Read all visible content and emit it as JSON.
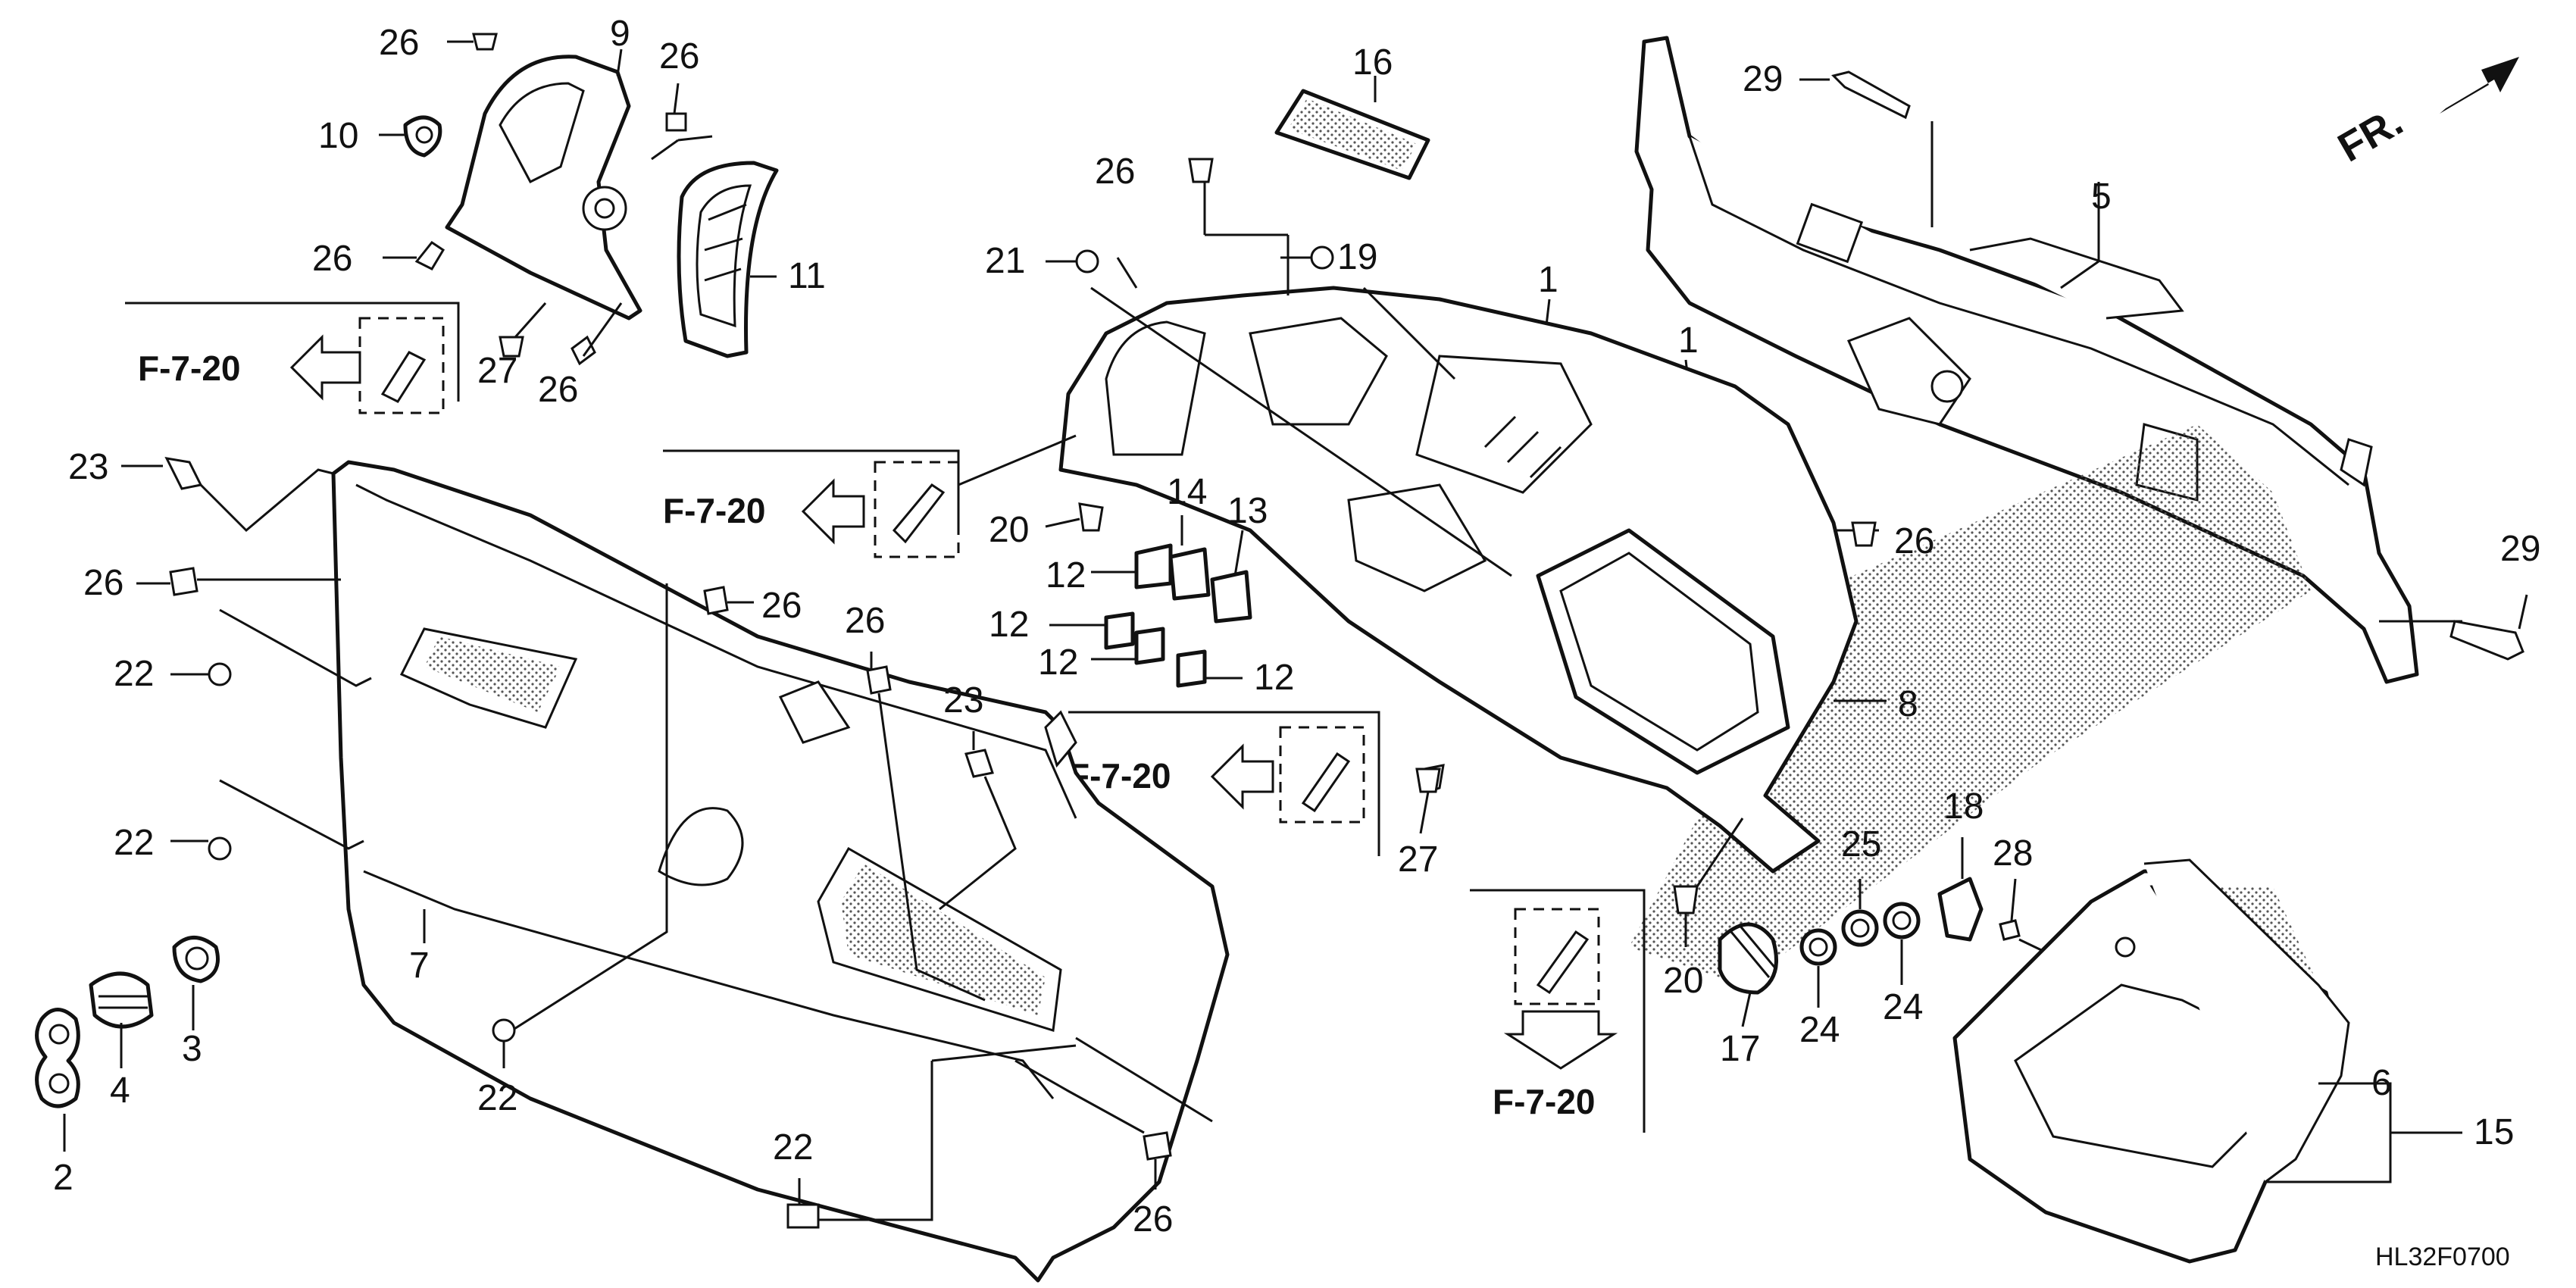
{
  "diagram": {
    "direction_label": "FR.",
    "diagram_code": "HL32F0700",
    "part_numbers": [
      "1",
      "2",
      "3",
      "4",
      "5",
      "6",
      "7",
      "8",
      "9",
      "10",
      "11",
      "12",
      "13",
      "14",
      "15",
      "16",
      "17",
      "19",
      "20",
      "21",
      "22",
      "23",
      "24",
      "25",
      "26",
      "27",
      "28",
      "29"
    ],
    "reference_label": "F-7-20",
    "callouts": [
      {
        "id": "c26a",
        "text": "26"
      },
      {
        "id": "c9",
        "text": "9"
      },
      {
        "id": "c26b",
        "text": "26"
      },
      {
        "id": "c10",
        "text": "10"
      },
      {
        "id": "c26c",
        "text": "26"
      },
      {
        "id": "c11",
        "text": "11"
      },
      {
        "id": "c27a",
        "text": "27"
      },
      {
        "id": "c26d",
        "text": "26"
      },
      {
        "id": "c16",
        "text": "16"
      },
      {
        "id": "c29a",
        "text": "29"
      },
      {
        "id": "c5",
        "text": "5"
      },
      {
        "id": "c26e",
        "text": "26"
      },
      {
        "id": "c21",
        "text": "21"
      },
      {
        "id": "c19",
        "text": "19"
      },
      {
        "id": "c1a",
        "text": "1"
      },
      {
        "id": "c1b",
        "text": "1"
      },
      {
        "id": "c23a",
        "text": "23"
      },
      {
        "id": "c26f",
        "text": "26"
      },
      {
        "id": "c26g",
        "text": "26"
      },
      {
        "id": "c22a",
        "text": "22"
      },
      {
        "id": "c20a",
        "text": "20"
      },
      {
        "id": "c14",
        "text": "14"
      },
      {
        "id": "c13",
        "text": "13"
      },
      {
        "id": "c12a",
        "text": "12"
      },
      {
        "id": "c12b",
        "text": "12"
      },
      {
        "id": "c12c",
        "text": "12"
      },
      {
        "id": "c12d",
        "text": "12"
      },
      {
        "id": "c26h",
        "text": "26"
      },
      {
        "id": "c29b",
        "text": "29"
      },
      {
        "id": "c26i",
        "text": "26"
      },
      {
        "id": "c23b",
        "text": "23"
      },
      {
        "id": "c8",
        "text": "8"
      },
      {
        "id": "c22b",
        "text": "22"
      },
      {
        "id": "c7",
        "text": "7"
      },
      {
        "id": "c3",
        "text": "3"
      },
      {
        "id": "c4",
        "text": "4"
      },
      {
        "id": "c2",
        "text": "2"
      },
      {
        "id": "c22c",
        "text": "22"
      },
      {
        "id": "c22d",
        "text": "22"
      },
      {
        "id": "c26j",
        "text": "26"
      },
      {
        "id": "c27b",
        "text": "27"
      },
      {
        "id": "c18",
        "text": "18"
      },
      {
        "id": "c25",
        "text": "25"
      },
      {
        "id": "c28",
        "text": "28"
      },
      {
        "id": "c20b",
        "text": "20"
      },
      {
        "id": "c17",
        "text": "17"
      },
      {
        "id": "c24a",
        "text": "24"
      },
      {
        "id": "c24b",
        "text": "24"
      },
      {
        "id": "c6",
        "text": "6"
      },
      {
        "id": "c15",
        "text": "15"
      }
    ],
    "references": [
      {
        "id": "r1",
        "text": "F-7-20"
      },
      {
        "id": "r2",
        "text": "F-7-20"
      },
      {
        "id": "r3",
        "text": "F-7-20"
      },
      {
        "id": "r4",
        "text": "F-7-20"
      }
    ]
  }
}
